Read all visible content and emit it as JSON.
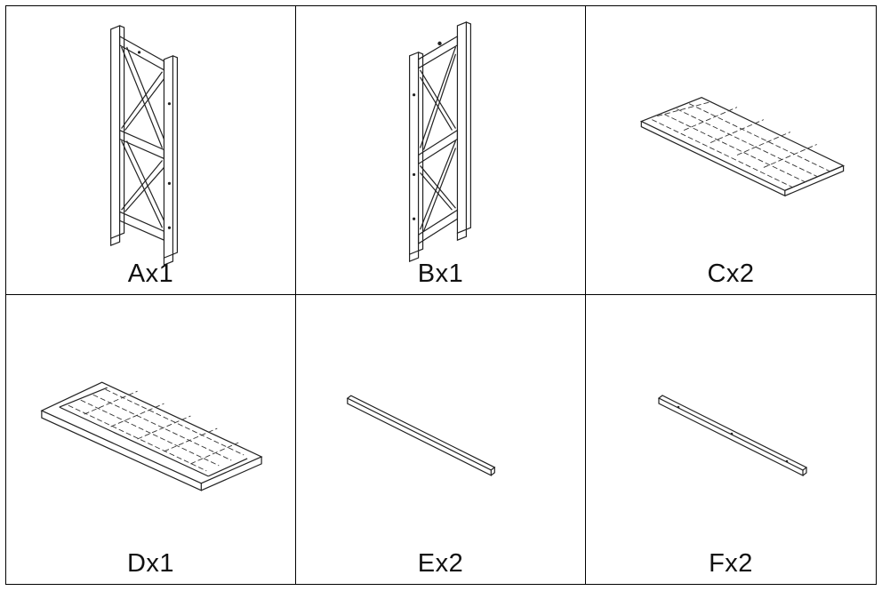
{
  "parts": [
    {
      "id": "A",
      "label": "Ax1",
      "shape": "x-braced-side-frame"
    },
    {
      "id": "B",
      "label": "Bx1",
      "shape": "x-braced-side-frame"
    },
    {
      "id": "C",
      "label": "Cx2",
      "shape": "slatted-shelf-panel"
    },
    {
      "id": "D",
      "label": "Dx1",
      "shape": "slatted-top-panel"
    },
    {
      "id": "E",
      "label": "Ex2",
      "shape": "long-square-rail"
    },
    {
      "id": "F",
      "label": "Fx2",
      "shape": "long-square-rail-with-holes"
    }
  ],
  "colors": {
    "line": "#222222",
    "background": "#ffffff",
    "grid_border": "#000000"
  }
}
